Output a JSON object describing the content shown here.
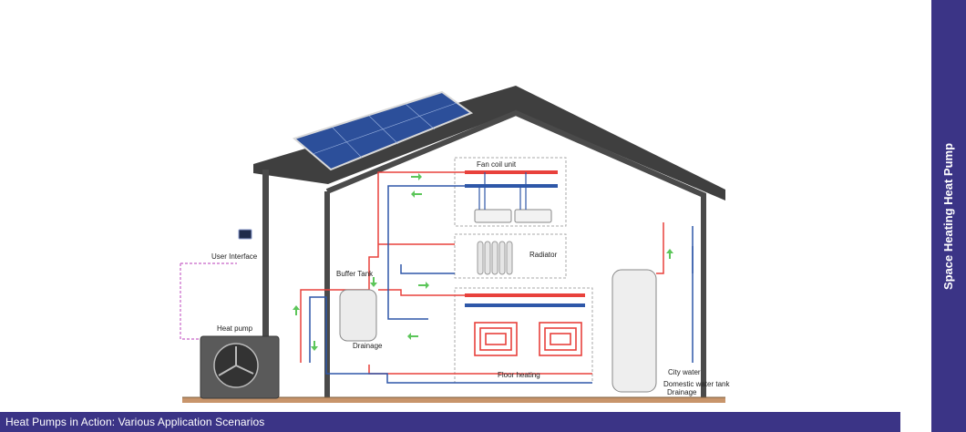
{
  "diagram": {
    "labels": {
      "fan_coil_unit": "Fan coil unit",
      "radiator": "Radiator",
      "user_interface": "User Interface",
      "buffer_tank": "Buffer Tank",
      "heat_pump": "Heat pump",
      "drainage_buffer": "Drainage",
      "floor_heating": "Floor heating",
      "city_water": "City water",
      "domestic_water_tank": "Domestic water tank",
      "drainage_tank": "Drainage"
    },
    "colors": {
      "hot_pipe": "#e8413c",
      "cold_pipe": "#2e57a8",
      "flow_arrow": "#5cc65a",
      "house_outline": "#4a4a4a",
      "roof": "#3f3f3f",
      "solar_panel": "#2c4f9a",
      "ground": "#c8956b",
      "control_wire": "#c865c8"
    },
    "icons": [
      "solar-panel-icon",
      "user-interface-display-icon",
      "fan-icon"
    ]
  },
  "footer": {
    "title": "Heat Pumps in Action: Various Application Scenarios",
    "background": "#3b3486"
  },
  "side_tab": {
    "title": "Space Heating Heat Pump",
    "background": "#3b3486"
  }
}
